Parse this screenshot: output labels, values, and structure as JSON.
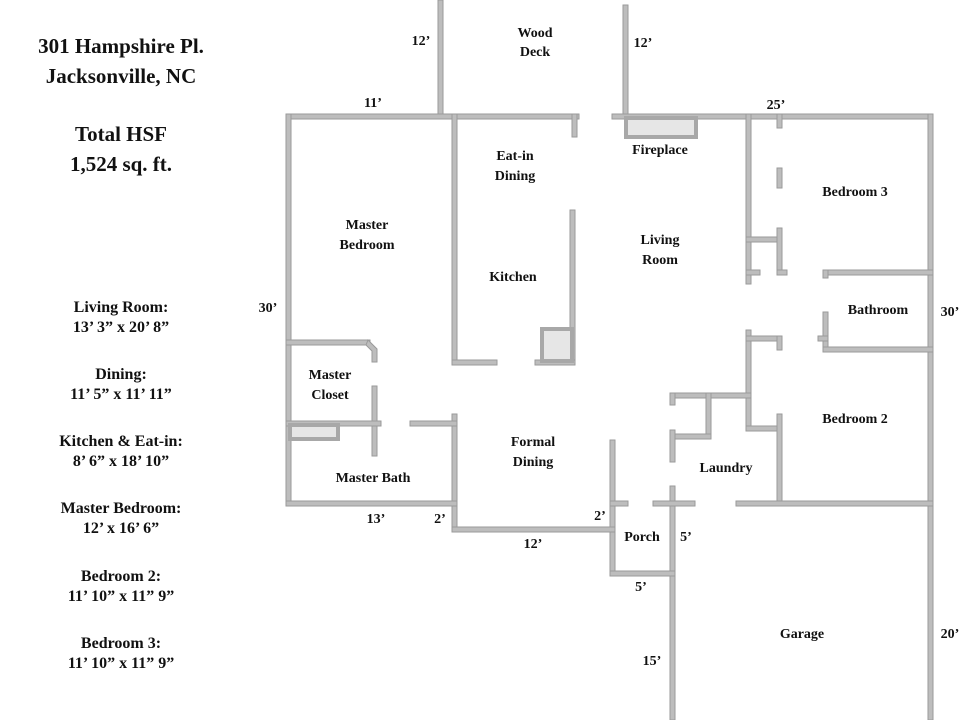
{
  "header": {
    "address_line1": "301 Hampshire Pl.",
    "address_line2": "Jacksonville, NC",
    "total_label": "Total HSF",
    "total_value": "1,524 sq. ft."
  },
  "room_sizes": [
    {
      "name": "Living Room:",
      "size": "13’ 3” x 20’ 8”"
    },
    {
      "name": "Dining:",
      "size": "11’ 5” x 11’ 11”"
    },
    {
      "name": "Kitchen & Eat-in:",
      "size": "8’ 6” x 18’ 10”"
    },
    {
      "name": "Master Bedroom:",
      "size": "12’ x 16’ 6”"
    },
    {
      "name": "Bedroom 2:",
      "size": "11’ 10” x 11” 9”"
    },
    {
      "name": "Bedroom 3:",
      "size": "11’ 10” x 11” 9”"
    }
  ],
  "rooms": {
    "wood_deck": [
      "Wood",
      "Deck"
    ],
    "eat_in_dining": [
      "Eat-in",
      "Dining"
    ],
    "fireplace": "Fireplace",
    "master_bedroom": [
      "Master",
      "Bedroom"
    ],
    "kitchen": "Kitchen",
    "living_room": [
      "Living",
      "Room"
    ],
    "bedroom3": "Bedroom 3",
    "bathroom": "Bathroom",
    "master_closet": [
      "Master",
      "Closet"
    ],
    "master_bath": "Master Bath",
    "formal_dining": [
      "Formal",
      "Dining"
    ],
    "laundry": "Laundry",
    "bedroom2": "Bedroom 2",
    "porch": "Porch",
    "garage": "Garage"
  },
  "dimensions": {
    "deck_left": "12’",
    "deck_right": "12’",
    "top_left": "11’",
    "top_right": "25’",
    "left_side": "30’",
    "right_side": "30’",
    "bottom_left_13": "13’",
    "bottom_left_2": "2’",
    "bottom_12": "12’",
    "porch_2": "2’",
    "porch_right_5": "5’",
    "porch_bottom_5": "5’",
    "garage_left_15": "15’",
    "garage_right_20": "20’"
  }
}
